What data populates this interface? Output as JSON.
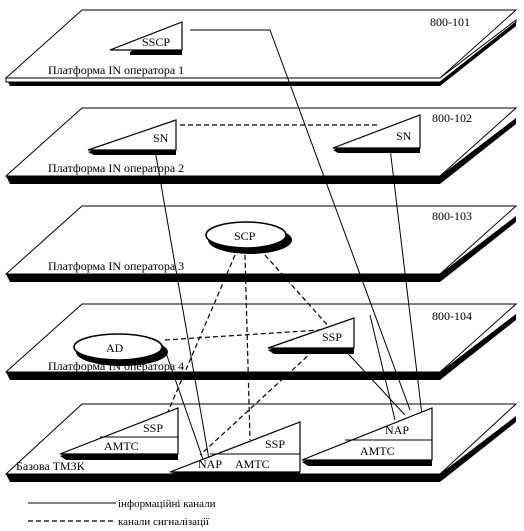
{
  "platforms": [
    {
      "id": "p1",
      "code": "800-101",
      "label": "Платформа IN оператора 1"
    },
    {
      "id": "p2",
      "code": "800-102",
      "label": "Платформа IN оператора 2"
    },
    {
      "id": "p3",
      "code": "800-103",
      "label": "Платформа IN оператора 3"
    },
    {
      "id": "p4",
      "code": "800-104",
      "label": "Платформа IN оператора 4"
    },
    {
      "id": "p5",
      "code": "",
      "label": "Базова ТМЗК"
    }
  ],
  "nodes": {
    "sscp": "SSCP",
    "sn_left": "SN",
    "sn_right": "SN",
    "scp": "SCP",
    "ad": "AD",
    "ssp_op4": "SSP",
    "ssp_left": "SSP",
    "amtc_left": "AMTC",
    "ssp_mid": "SSP",
    "nap_mid": "NAP",
    "amtc_mid": "AMTC",
    "nap_right": "NAP",
    "amtc_right": "AMTC"
  },
  "legend": {
    "solid_label": "інформаційні канали",
    "dashed_label": "канали сигналізації"
  }
}
